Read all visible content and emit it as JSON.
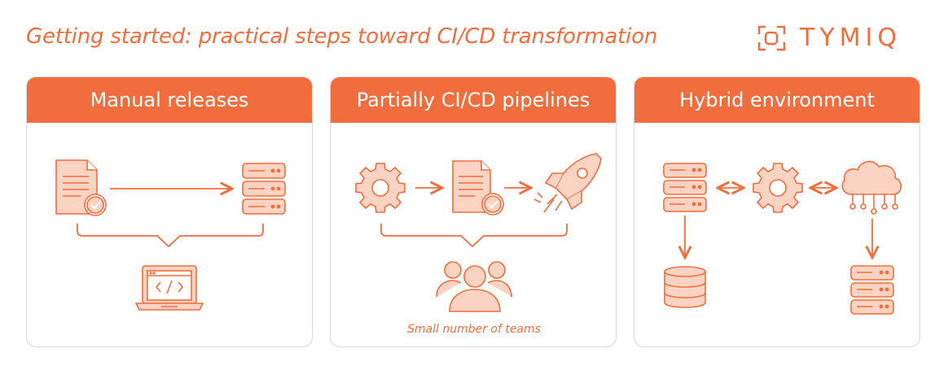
{
  "header": {
    "title": "Getting started: practical steps toward CI/CD transformation",
    "logo_text": "TYMIQ"
  },
  "panels": [
    {
      "title": "Manual releases"
    },
    {
      "title": "Partially CI/CD pipelines",
      "caption": "Small number of teams"
    },
    {
      "title": "Hybrid environment"
    }
  ],
  "colors": {
    "accent": "#f26d3d",
    "icon_fill": "#fbd3c2",
    "panel_border": "#d9d9d9"
  },
  "icons": [
    "document-check-icon",
    "server-icon",
    "laptop-code-icon",
    "gear-icon",
    "rocket-icon",
    "team-icon",
    "cloud-network-icon",
    "database-icon"
  ]
}
